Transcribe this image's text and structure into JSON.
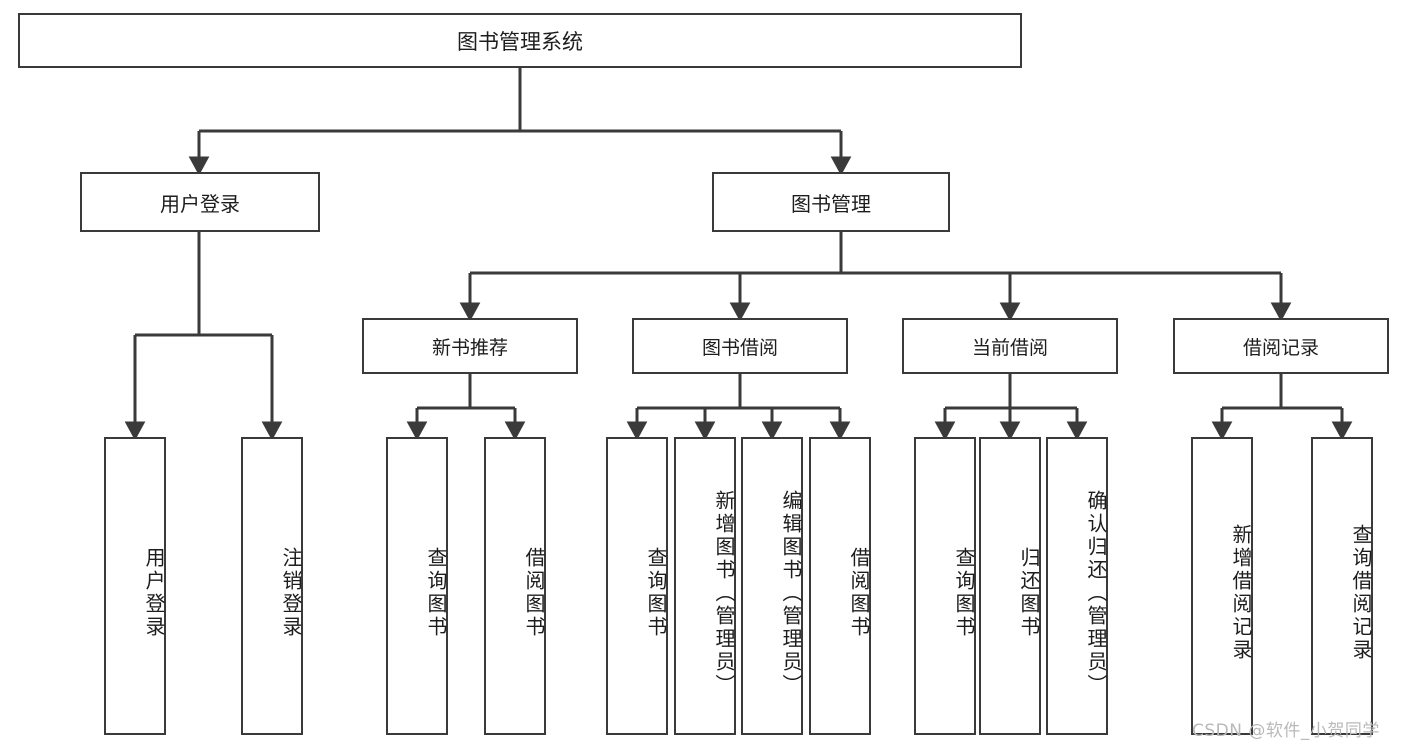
{
  "diagram": {
    "title": "图书管理系统",
    "type": "functional-structure-tree",
    "orientation": "top-down",
    "root": {
      "id": "root",
      "label": "图书管理系统"
    },
    "level2": [
      {
        "id": "user-login",
        "label": "用户登录"
      },
      {
        "id": "book-management",
        "label": "图书管理"
      }
    ],
    "level3": [
      {
        "id": "new-book-recommend",
        "label": "新书推荐",
        "parent": "book-management"
      },
      {
        "id": "book-borrow",
        "label": "图书借阅",
        "parent": "book-management"
      },
      {
        "id": "current-borrow",
        "label": "当前借阅",
        "parent": "book-management"
      },
      {
        "id": "borrow-record",
        "label": "借阅记录",
        "parent": "book-management"
      }
    ],
    "leaves": [
      {
        "id": "leaf-user-login",
        "label": "用户登录",
        "parent": "user-login"
      },
      {
        "id": "leaf-logout-login",
        "label": "注销登录",
        "parent": "user-login"
      },
      {
        "id": "leaf-query-book-1",
        "label": "查询图书",
        "parent": "new-book-recommend"
      },
      {
        "id": "leaf-borrow-book-1",
        "label": "借阅图书",
        "parent": "new-book-recommend"
      },
      {
        "id": "leaf-query-book-2",
        "label": "查询图书",
        "parent": "book-borrow"
      },
      {
        "id": "leaf-add-book",
        "label": "新增图书（管理员）",
        "parent": "book-borrow"
      },
      {
        "id": "leaf-edit-book",
        "label": "编辑图书（管理员）",
        "parent": "book-borrow"
      },
      {
        "id": "leaf-borrow-book-2",
        "label": "借阅图书",
        "parent": "book-borrow"
      },
      {
        "id": "leaf-query-book-3",
        "label": "查询图书",
        "parent": "current-borrow"
      },
      {
        "id": "leaf-return-book",
        "label": "归还图书",
        "parent": "current-borrow"
      },
      {
        "id": "leaf-confirm-return",
        "label": "确认归还（管理员）",
        "parent": "current-borrow"
      },
      {
        "id": "leaf-add-record",
        "label": "新增借阅记录",
        "parent": "borrow-record"
      },
      {
        "id": "leaf-query-record",
        "label": "查询借阅记录",
        "parent": "borrow-record"
      }
    ]
  },
  "watermark": {
    "text": "CSDN @软件_小贺同学"
  },
  "colors": {
    "stroke": "#3a3a3a",
    "background": "#ffffff",
    "text": "#1d1d1d",
    "watermark": "#b9b9b9"
  }
}
